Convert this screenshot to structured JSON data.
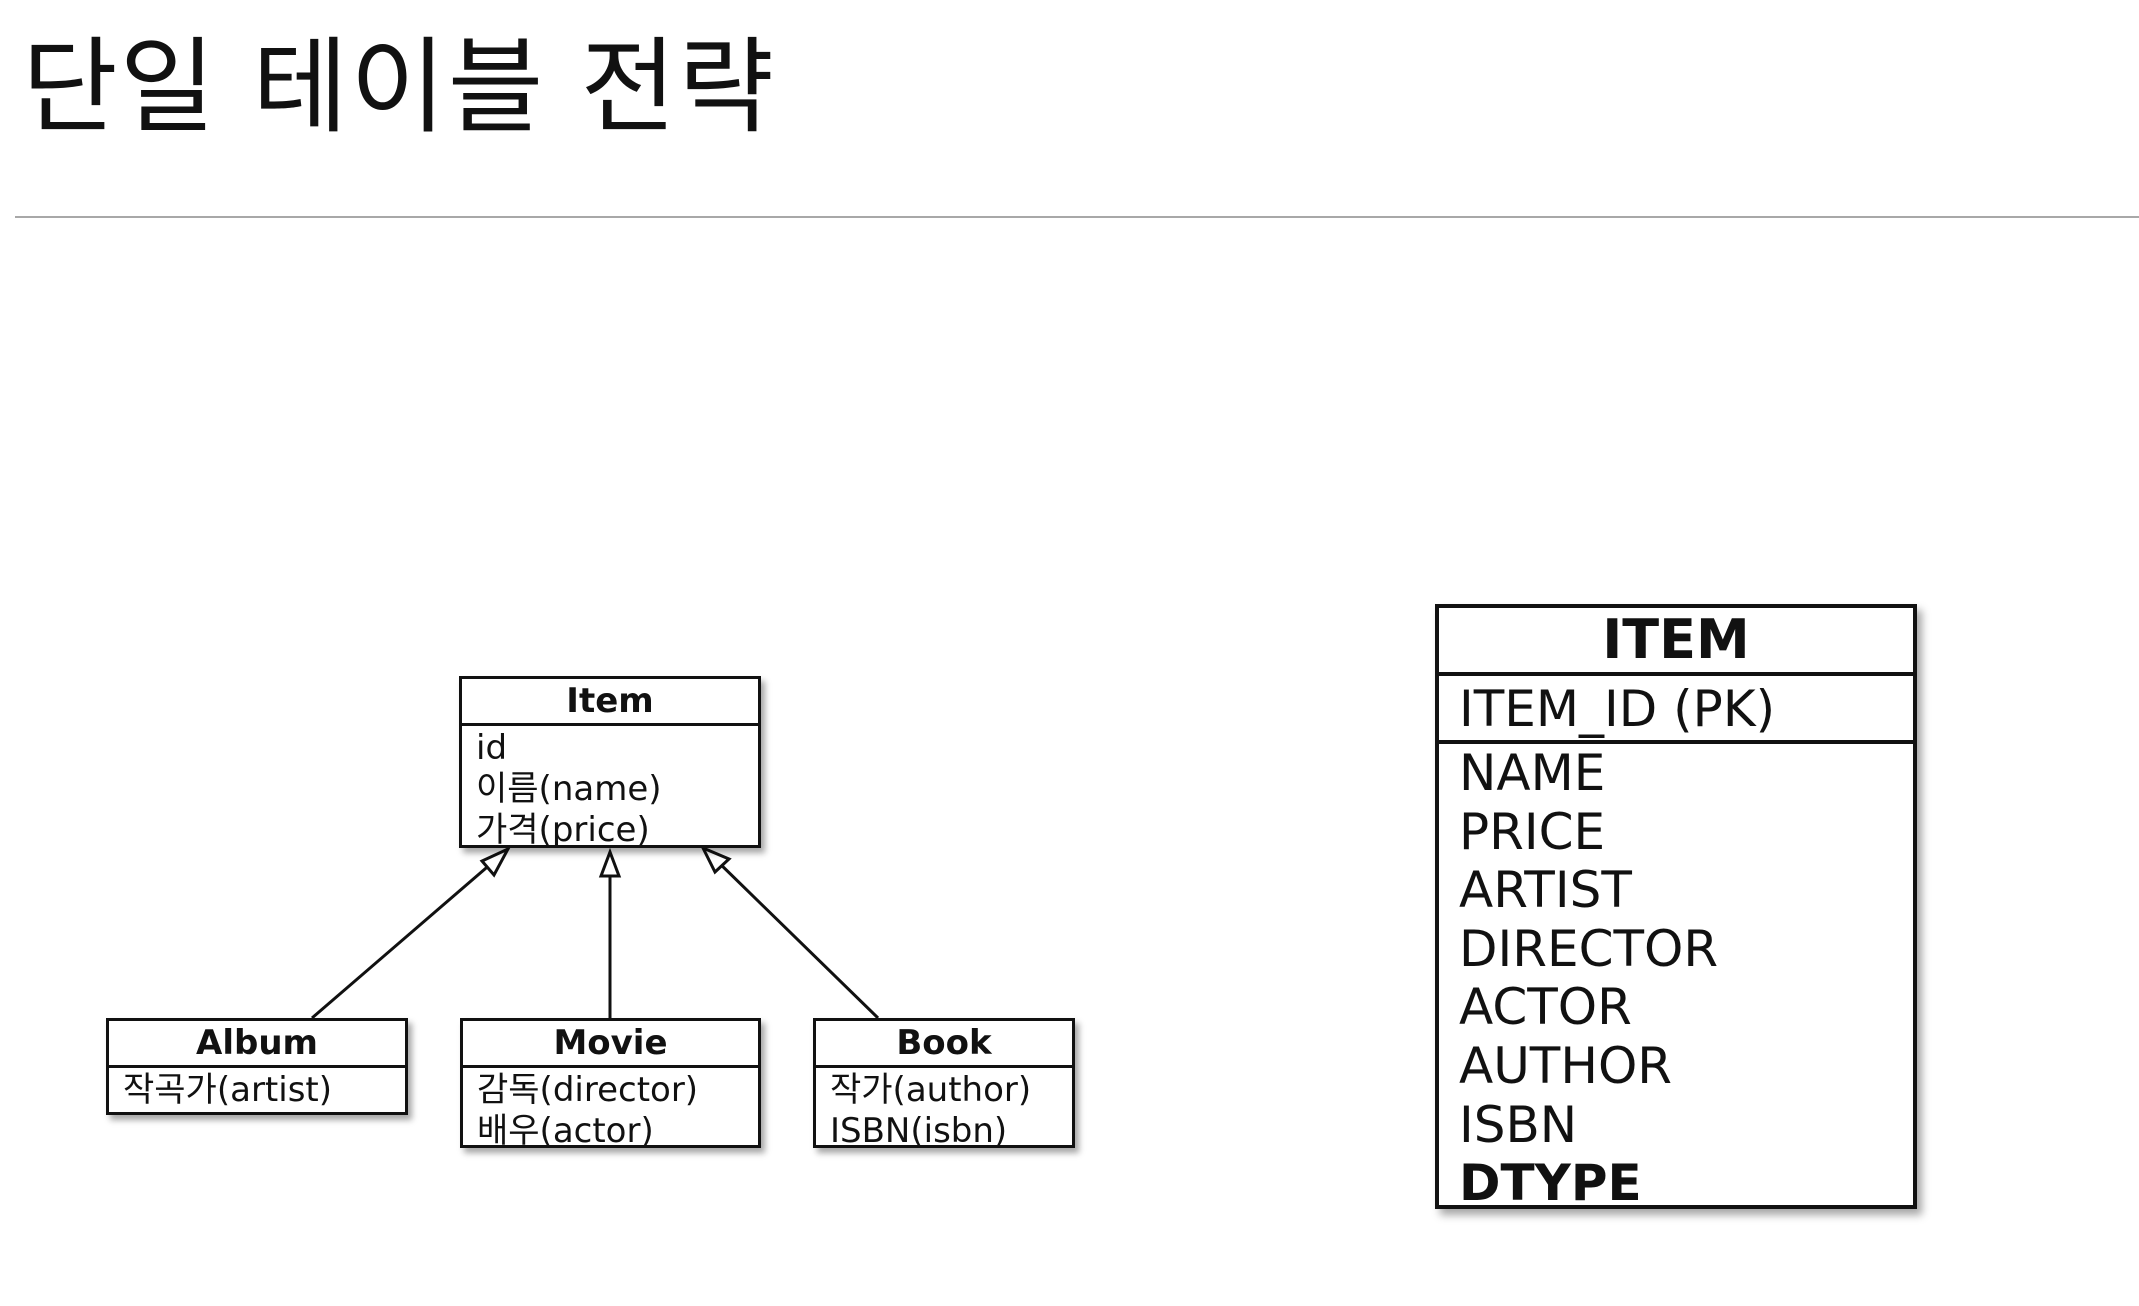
{
  "page": {
    "title": "단일 테이블 전략"
  },
  "class_diagram": {
    "parent": {
      "name": "Item",
      "attributes": [
        "id",
        "이름(name)",
        "가격(price)"
      ]
    },
    "children": [
      {
        "name": "Album",
        "attributes": [
          "작곡가(artist)"
        ]
      },
      {
        "name": "Movie",
        "attributes": [
          "감독(director)",
          "배우(actor)"
        ]
      },
      {
        "name": "Book",
        "attributes": [
          "작가(author)",
          "ISBN(isbn)"
        ]
      }
    ],
    "relation": "generalization"
  },
  "table": {
    "name": "ITEM",
    "primary_key": "ITEM_ID (PK)",
    "columns": [
      "NAME",
      "PRICE",
      "ARTIST",
      "DIRECTOR",
      "ACTOR",
      "AUTHOR",
      "ISBN"
    ],
    "discriminator": "DTYPE"
  },
  "colors": {
    "line": "#111111",
    "divider": "#a8a8a8",
    "background": "#ffffff"
  }
}
